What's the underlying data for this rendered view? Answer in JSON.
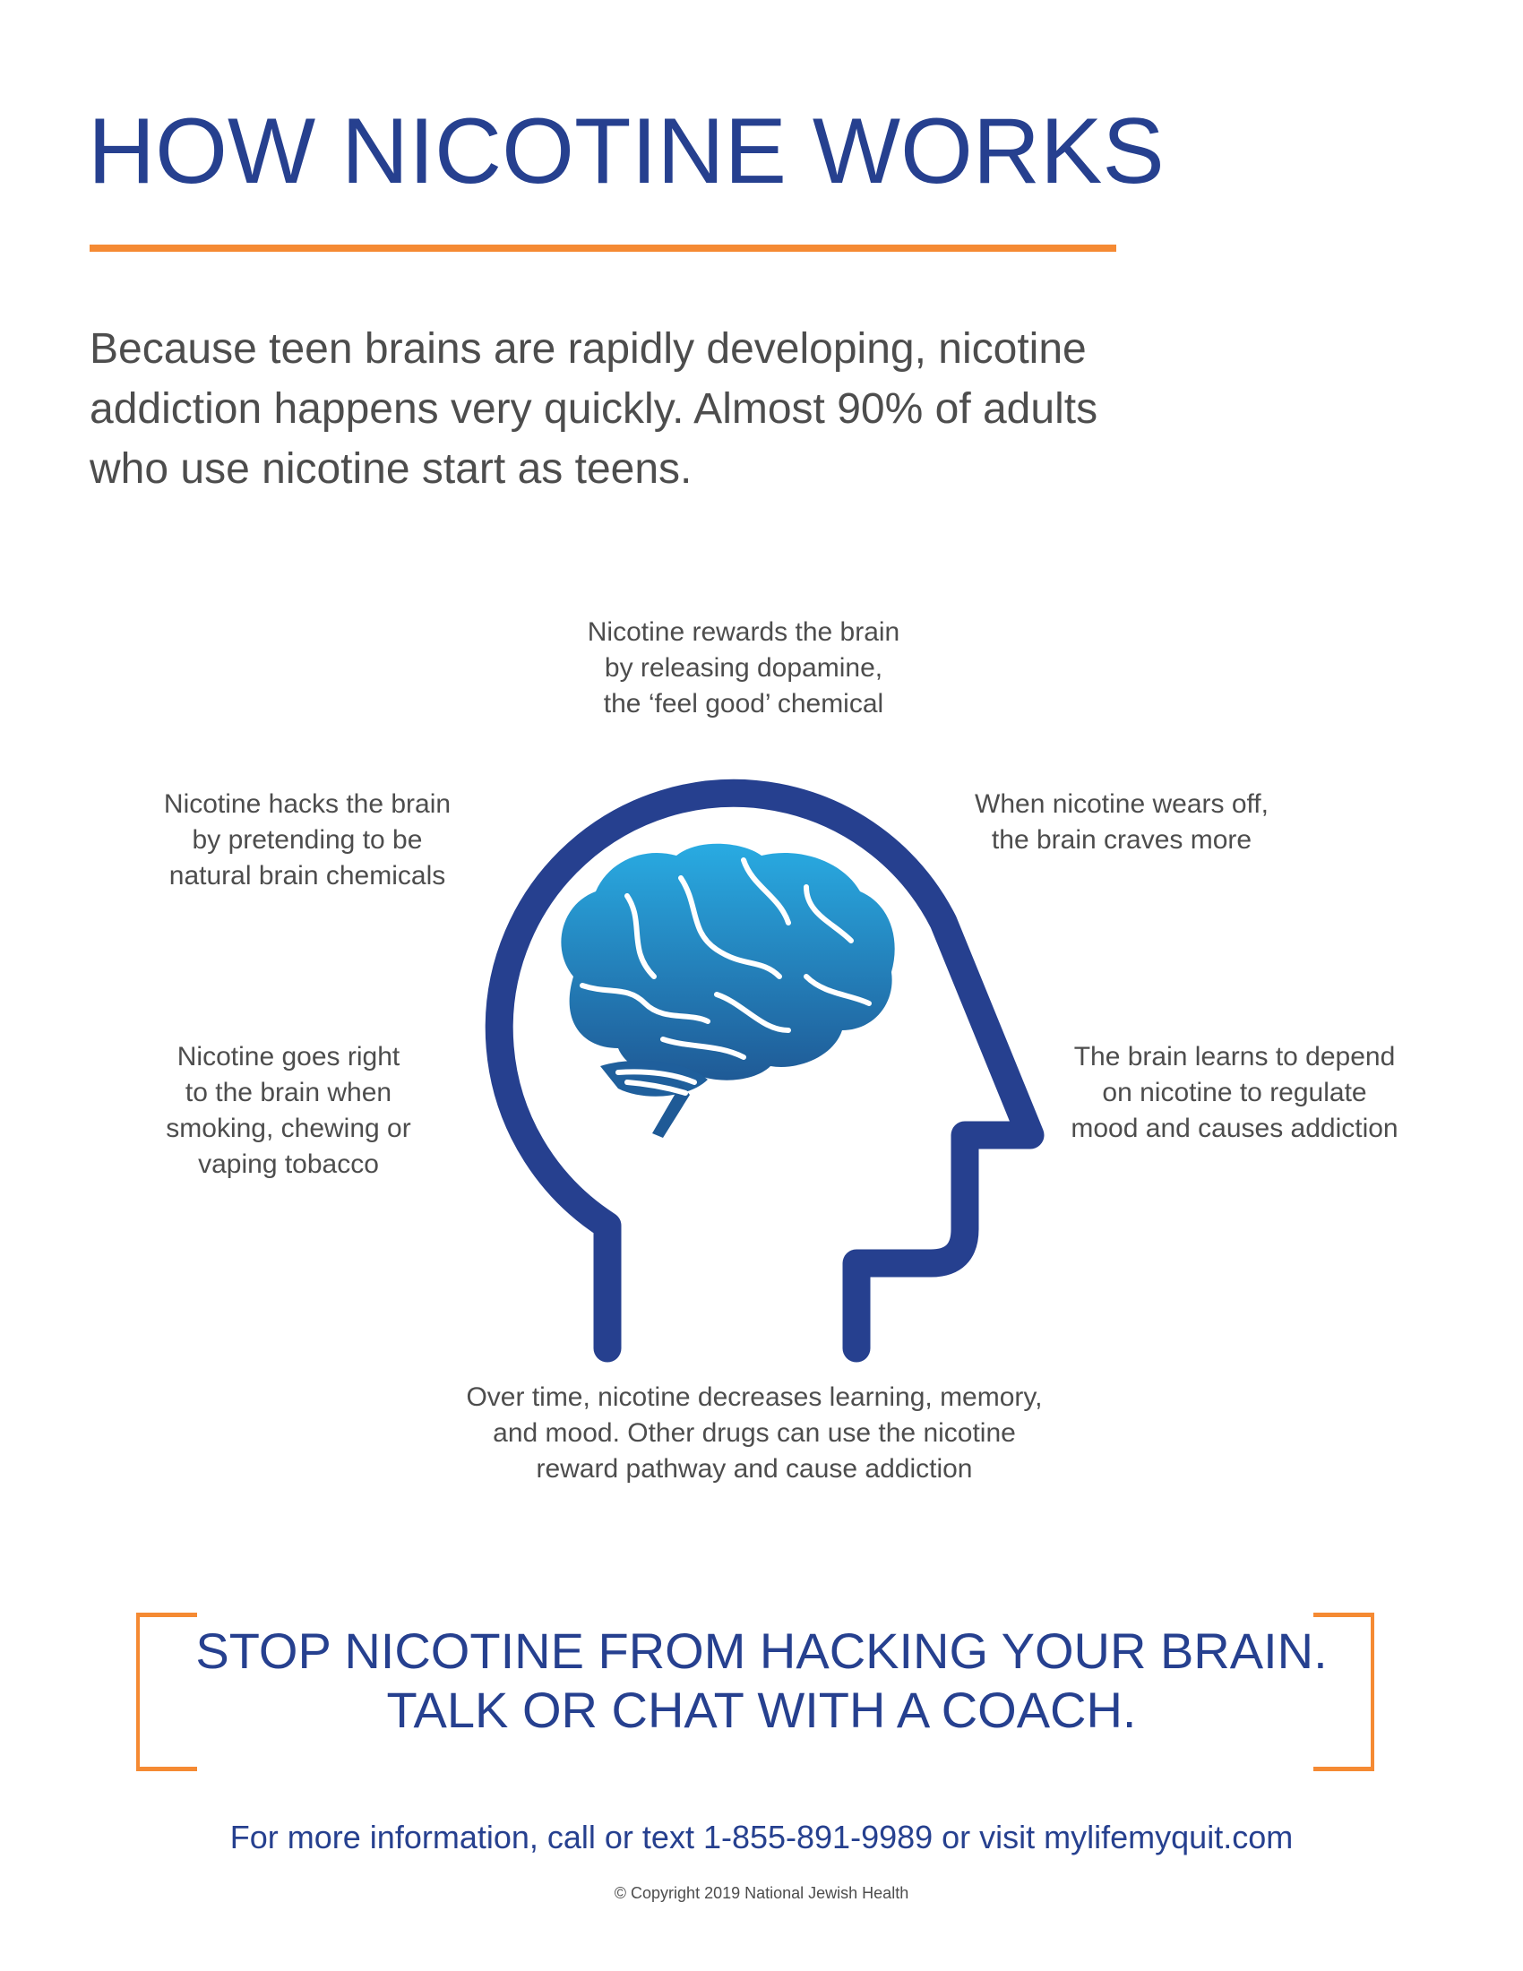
{
  "title": "HOW NICOTINE WORKS",
  "intro": {
    "lines": [
      "Because teen brains are rapidly developing, nicotine",
      "addiction happens very quickly. Almost 90% of adults",
      "who use nicotine start as teens."
    ]
  },
  "callouts": {
    "top": [
      "Nicotine rewards the brain",
      "by releasing dopamine,",
      "the ‘feel good’ chemical"
    ],
    "upper_left": [
      "Nicotine hacks the brain",
      "by pretending to be",
      "natural brain chemicals"
    ],
    "upper_right": [
      "When nicotine wears off,",
      "the brain craves more"
    ],
    "lower_left": [
      "Nicotine goes right",
      "to the brain when",
      "smoking, chewing or",
      "vaping tobacco"
    ],
    "lower_right": [
      "The brain learns to depend",
      "on nicotine to regulate",
      "mood and causes addiction"
    ],
    "bottom": [
      "Over time, nicotine decreases learning, memory,",
      "and mood. Other drugs can use the nicotine",
      "reward pathway and cause addiction"
    ]
  },
  "cta": {
    "lines": [
      "STOP NICOTINE FROM HACKING YOUR BRAIN.",
      "TALK OR CHAT WITH A COACH."
    ]
  },
  "footer": {
    "info": "For more information, call or text 1-855-891-9989 or visit mylifemyquit.com",
    "copyright": "© Copyright 2019 National Jewish Health"
  },
  "colors": {
    "brand_blue": "#26408f",
    "accent_orange": "#f58a33",
    "body_text": "#4d4d4d",
    "brain_light": "#29abe2",
    "brain_dark": "#1f5a96"
  },
  "icons": [
    "head-outline-icon",
    "brain-icon"
  ]
}
